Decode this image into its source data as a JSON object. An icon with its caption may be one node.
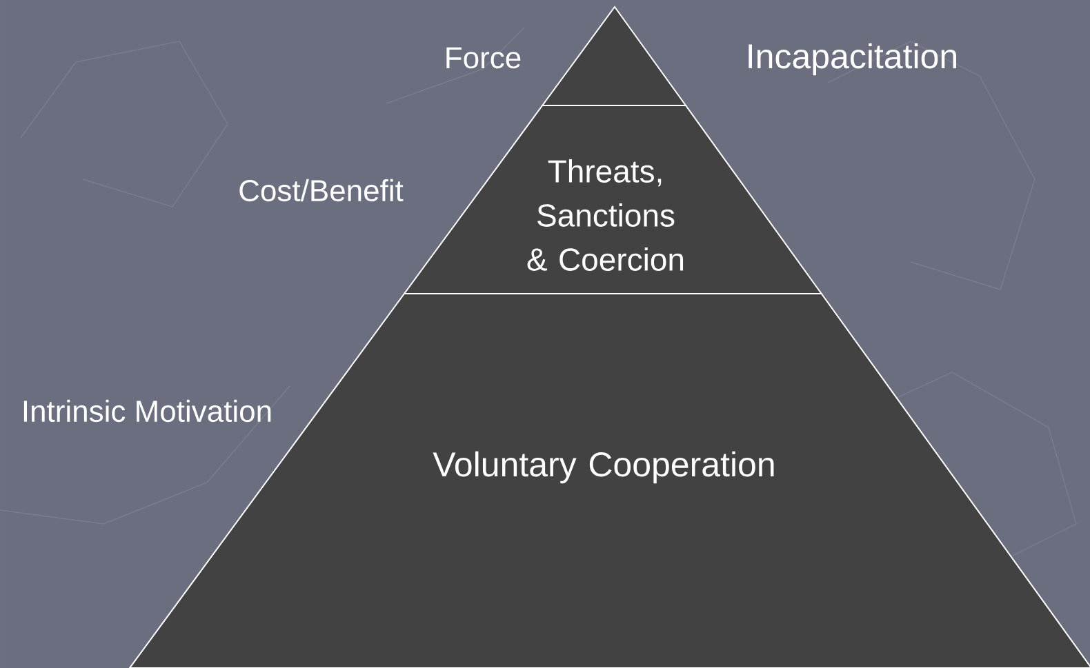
{
  "diagram": {
    "nodes": [
      {
        "text": [],
        "shape": "triangle"
      },
      {
        "text": [
          "Threats, Sanctions & Coercion"
        ]
      },
      {
        "text": [
          "Voluntary Cooperation"
        ]
      }
    ],
    "labels": [
      "Force",
      "Incapacitation",
      "Cost/Benefit",
      "Intrinsic Motivation"
    ]
  }
}
